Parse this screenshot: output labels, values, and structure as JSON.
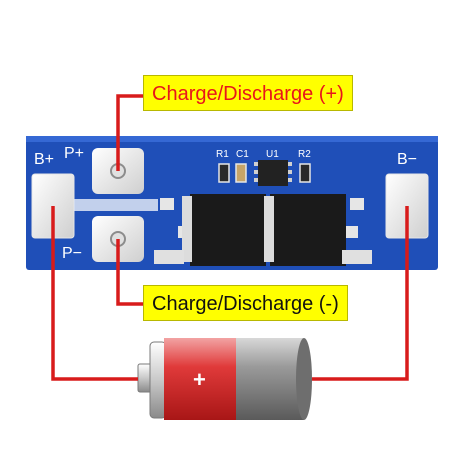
{
  "callouts": {
    "plus_label": "Charge/Discharge (+)",
    "minus_label": "Charge/Discharge (-)"
  },
  "board": {
    "labels": {
      "b_plus": "B+",
      "p_plus": "P+",
      "p_minus": "P−",
      "b_minus": "B−",
      "r1": "R1",
      "c1": "C1",
      "u1": "U1",
      "r2": "R2"
    },
    "pcb_color": "#1f4fb8"
  },
  "battery": {
    "plus_symbol": "+"
  },
  "colors": {
    "wire": "#d81b1b",
    "callout_bg": "#ffff00",
    "battery_red": "#d32a2a",
    "battery_gray": "#8c8c8c"
  }
}
